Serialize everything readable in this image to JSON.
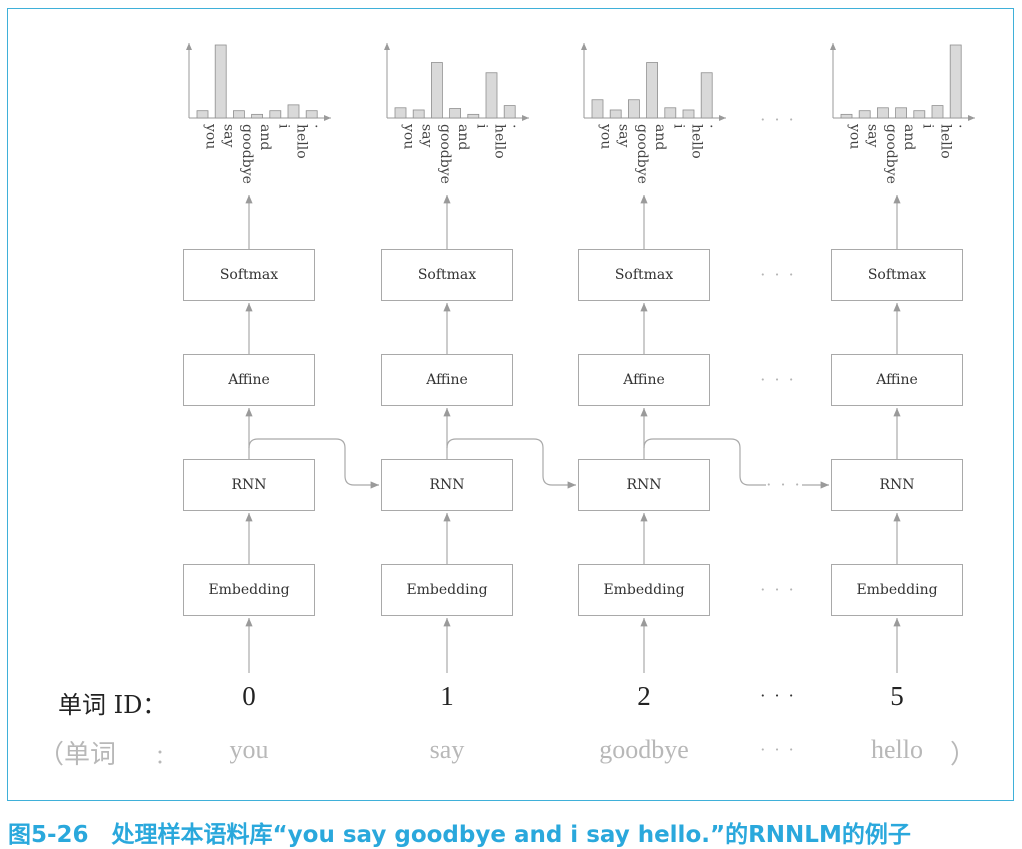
{
  "columns": [
    {
      "id": "0",
      "word": "you",
      "probs": [
        0.1,
        1.0,
        0.1,
        0.05,
        0.1,
        0.18,
        0.1
      ]
    },
    {
      "id": "1",
      "word": "say",
      "probs": [
        0.14,
        0.11,
        0.76,
        0.13,
        0.05,
        0.62,
        0.17
      ]
    },
    {
      "id": "2",
      "word": "goodbye",
      "probs": [
        0.25,
        0.11,
        0.25,
        0.76,
        0.14,
        0.11,
        0.62
      ]
    },
    {
      "id": "5",
      "word": "hello",
      "probs": [
        0.05,
        0.1,
        0.14,
        0.14,
        0.1,
        0.17,
        1.0
      ]
    }
  ],
  "vocab": [
    "you",
    "say",
    "goodbye",
    "and",
    "i",
    "hello",
    "."
  ],
  "layers": {
    "softmax": "Softmax",
    "affine": "Affine",
    "rnn": "RNN",
    "embedding": "Embedding"
  },
  "ellipsis": "· · ·",
  "id_row_label": "单词 ID：",
  "word_row": {
    "open": "（单词",
    "colon": "：",
    "close": "）"
  },
  "caption": "图5-26　处理样本语料库“you say goodbye and i say hello.”的RNNLM的例子",
  "colors": {
    "frame": "#3fb0d9",
    "caption": "#2aa8dc",
    "bar": "#d9d9d9",
    "line": "#a9a9a9"
  }
}
